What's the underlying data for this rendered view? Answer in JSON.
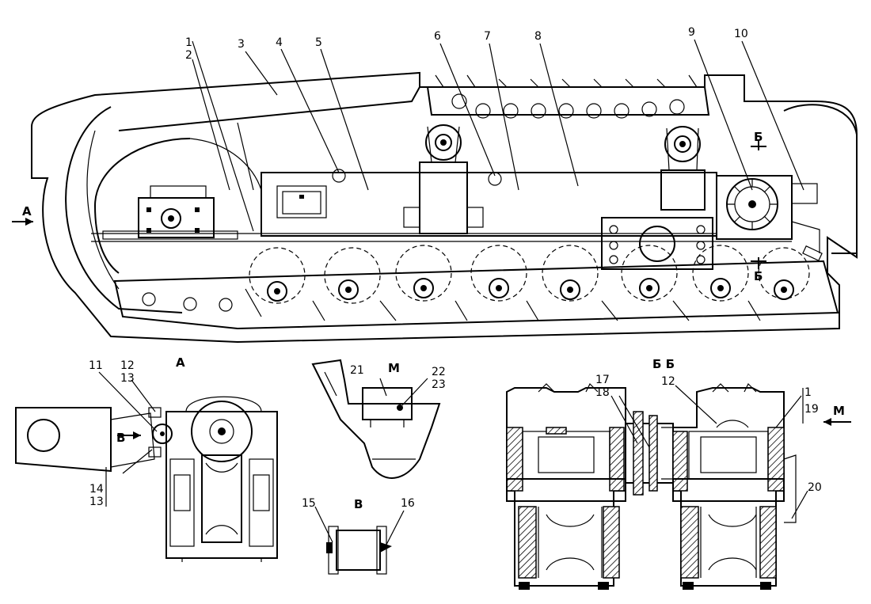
{
  "main_view": {
    "callouts": [
      "1",
      "2",
      "3",
      "4",
      "5",
      "6",
      "7",
      "8",
      "9",
      "10"
    ],
    "view_marker_a": "А",
    "section_marker_b_top": "Б",
    "section_marker_b_bottom": "Б"
  },
  "view_a": {
    "title": "А",
    "callouts": [
      "11",
      "12",
      "13",
      "14",
      "13"
    ],
    "view_marker_v": "В"
  },
  "view_m": {
    "title": "М",
    "callouts": [
      "21",
      "22",
      "23"
    ]
  },
  "view_v": {
    "title": "В",
    "callouts": [
      "15",
      "16"
    ]
  },
  "section_bb": {
    "title": "Б Б",
    "callouts": [
      "17",
      "18",
      "12",
      "1",
      "19",
      "20"
    ],
    "view_marker_m": "М"
  },
  "colors": {
    "ink": "#000000",
    "paper": "#ffffff"
  }
}
